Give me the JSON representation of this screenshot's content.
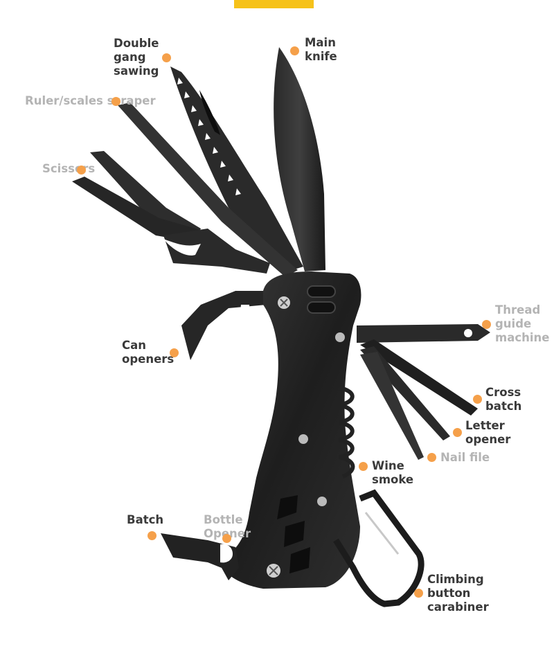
{
  "colors": {
    "accent_bar": "#f6c21a",
    "callout_dot": "#f5a04a",
    "label_dark": "#3a3a3a",
    "label_light": "#b4b4b4",
    "tool_body": "#1c1c1c",
    "tool_steel": "#2b2b2b"
  },
  "labels": {
    "double_gang_sawing": "Double\ngang\nsawing",
    "main_knife": "Main\nknife",
    "ruler_scraper": "Ruler/scales scraper",
    "scissors": "Scissors",
    "thread_guide": "Thread\nguide\nmachine",
    "can_openers": "Can\nopeners",
    "cross_batch": "Cross\nbatch",
    "letter_opener": "Letter\nopener",
    "nail_file": "Nail file",
    "wine_smoke": "Wine\nsmoke",
    "batch": "Batch",
    "bottle_opener": "Bottle\nOpener",
    "carabiner": "Climbing\nbutton\ncarabiner"
  }
}
